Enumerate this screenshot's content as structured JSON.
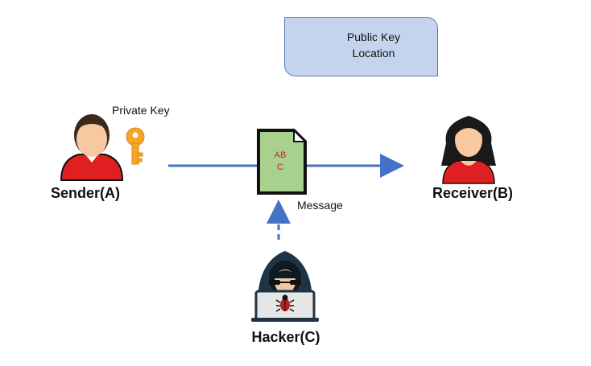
{
  "public_key_location": {
    "line1": "Public Key",
    "line2": "Location"
  },
  "sender": {
    "label": "Sender(A)",
    "key_label": "Private Key"
  },
  "receiver": {
    "label": "Receiver(B)"
  },
  "hacker": {
    "label": "Hacker(C)"
  },
  "message": {
    "label": "Message",
    "content_line1": "AB",
    "content_line2": "C"
  },
  "colors": {
    "arrow": "#4472c4",
    "key": "#f5a623",
    "document": "#a9d18e",
    "box": "#c5d4ee",
    "message_text": "#d62020"
  },
  "icons": [
    "person-male-icon",
    "person-female-icon",
    "hacker-icon",
    "key-icon",
    "document-icon",
    "bug-icon"
  ]
}
